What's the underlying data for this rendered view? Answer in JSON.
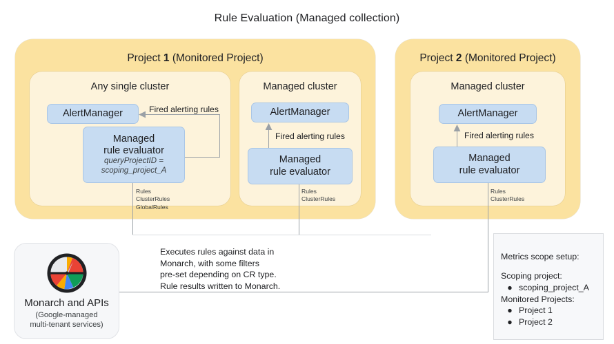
{
  "title": "Rule Evaluation (Managed collection)",
  "colors": {
    "project_fill": "#fbe2a0",
    "cluster_fill": "#fdf3db",
    "component_fill": "#c7dcf2",
    "component_border": "#a9c6e6",
    "connector": "#9aa0a6",
    "panel_fill": "#f7f8fa",
    "panel_border": "#dadce0"
  },
  "projects": [
    {
      "title_prefix": "Project ",
      "number": "1",
      "title_suffix": " (Monitored Project)",
      "clusters": [
        {
          "name": "Any single cluster",
          "alertmanager": "AlertManager",
          "evaluator_line1": "Managed",
          "evaluator_line2": "rule evaluator",
          "evaluator_sub1": "queryProjectID =",
          "evaluator_sub2": "scoping_project_A",
          "edge_label": "Fired alerting rules",
          "rules": [
            "Rules",
            "ClusterRules",
            "GlobalRules"
          ]
        },
        {
          "name": "Managed cluster",
          "alertmanager": "AlertManager",
          "evaluator_line1": "Managed",
          "evaluator_line2": "rule evaluator",
          "edge_label": "Fired alerting rules",
          "rules": [
            "Rules",
            "ClusterRules"
          ]
        }
      ]
    },
    {
      "title_prefix": "Project ",
      "number": "2",
      "title_suffix": " (Monitored Project)",
      "clusters": [
        {
          "name": "Managed cluster",
          "alertmanager": "AlertManager",
          "evaluator_line1": "Managed",
          "evaluator_line2": "rule evaluator",
          "edge_label": "Fired alerting rules",
          "rules": [
            "Rules",
            "ClusterRules"
          ]
        }
      ]
    }
  ],
  "monarch": {
    "title": "Monarch and APIs",
    "subtitle": "(Google-managed\nmulti-tenant services)",
    "logo": "monarch-gauge-logo"
  },
  "note": {
    "text": "Executes rules against data in\nMonarch, with some filters\npre-set depending on CR type.\nRule results written to Monarch."
  },
  "scope": {
    "heading": "Metrics scope setup:",
    "scoping_label": "Scoping project:",
    "scoping_items": [
      "scoping_project_A"
    ],
    "monitored_label": "Monitored Projects:",
    "monitored_items": [
      "Project 1",
      "Project 2"
    ]
  }
}
